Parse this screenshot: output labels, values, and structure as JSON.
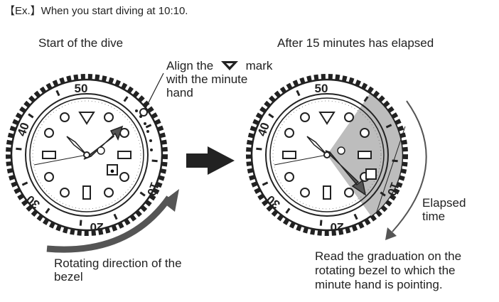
{
  "header": {
    "example_label": "【Ex.】When you start diving at 10:10."
  },
  "left_panel": {
    "title": "Start of the dive",
    "align_note": {
      "line1_before": "Align the",
      "line1_after": "mark",
      "line2": "with the minute",
      "line3": "hand"
    },
    "rotate_caption": {
      "line1": "Rotating direction of the",
      "line2": "bezel"
    }
  },
  "right_panel": {
    "title": "After 15 minutes has elapsed",
    "elapsed_label": {
      "line1": "Elapsed",
      "line2": "time"
    },
    "read_caption": {
      "line1": "Read the graduation on the",
      "line2": "rotating bezel to which the",
      "line3": "minute hand is pointing."
    }
  },
  "bezel_numbers": [
    "50",
    "40",
    "30",
    "20",
    "10"
  ],
  "colors": {
    "ink": "#222222",
    "shade": "#bdbdbd",
    "hand": "#555555"
  }
}
